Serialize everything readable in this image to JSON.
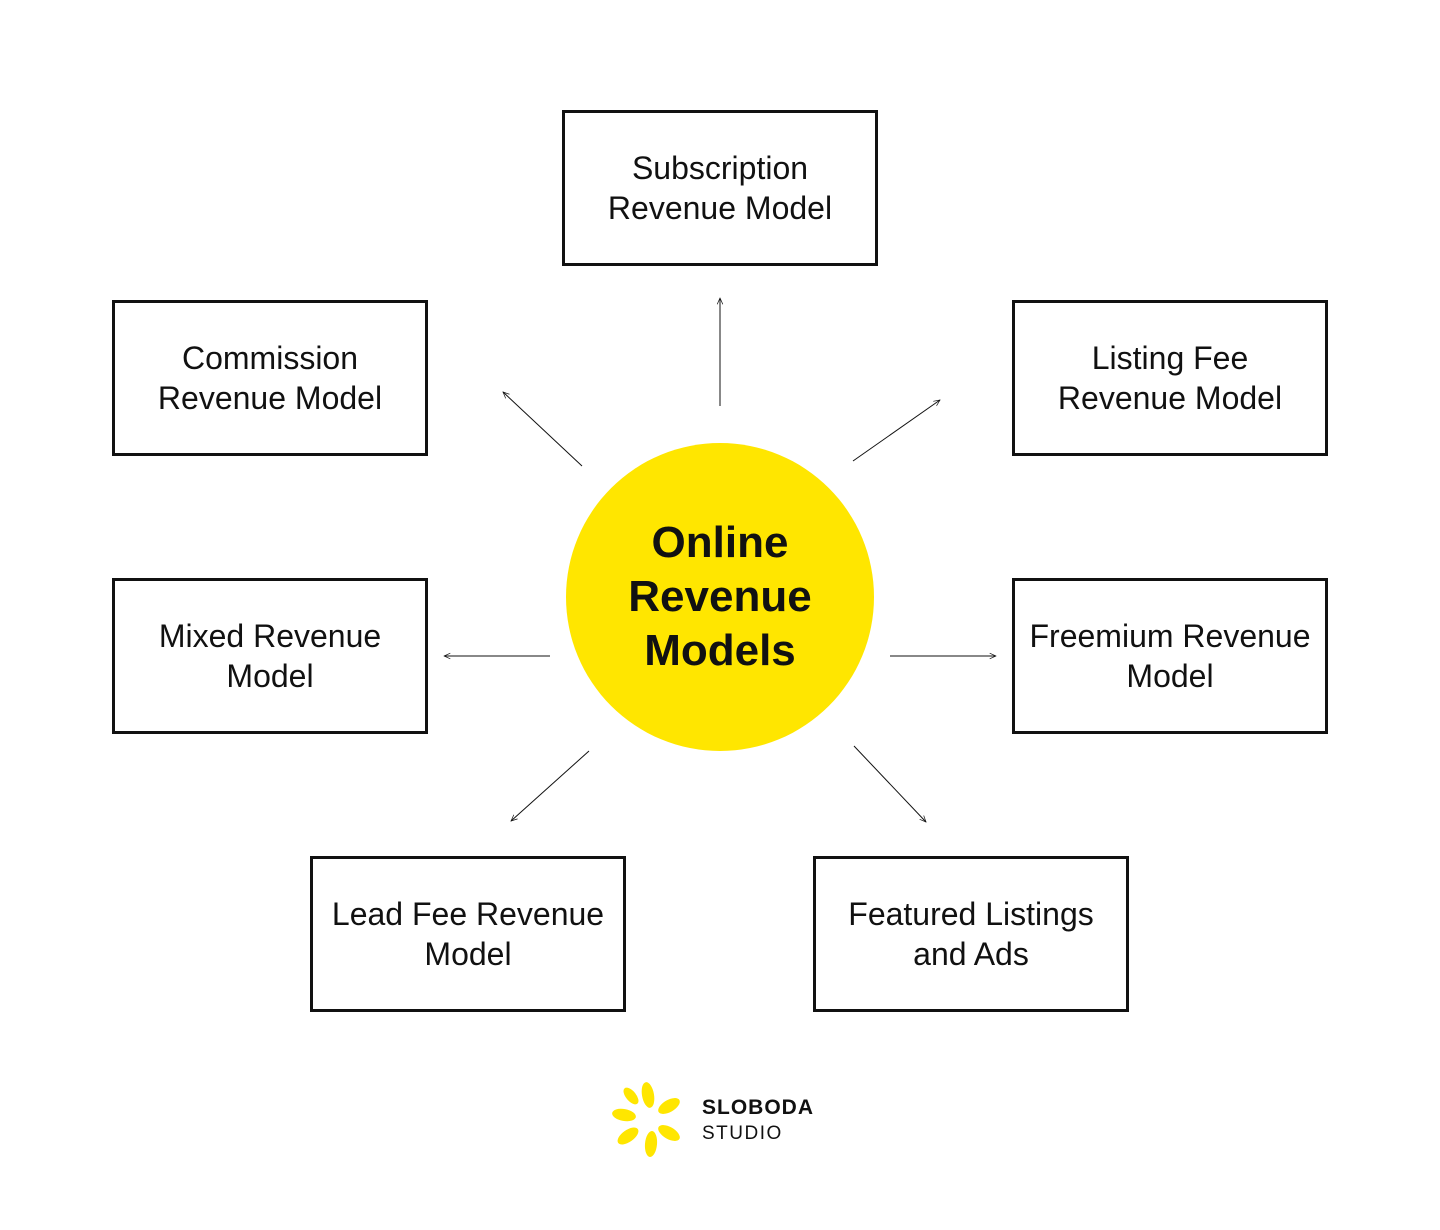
{
  "center": {
    "title": "Online Revenue Models"
  },
  "models": {
    "subscription": "Subscription Revenue Model",
    "commission": "Commission Revenue Model",
    "listing_fee": "Listing Fee Revenue Model",
    "mixed": "Mixed Revenue Model",
    "freemium": "Freemium Revenue Model",
    "lead_fee": "Lead Fee Revenue Model",
    "featured": "Featured Listings and Ads"
  },
  "brand": {
    "name": "SLOBODA",
    "sub": "STUDIO",
    "color": "#FFE600"
  },
  "colors": {
    "center_fill": "#FFE600",
    "stroke": "#111111"
  }
}
